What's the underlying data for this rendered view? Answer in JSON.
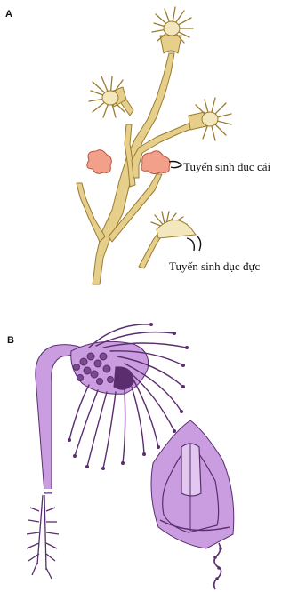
{
  "panel_a": {
    "letter": "A",
    "label_female_gonad": "Tuyến sinh dục cái",
    "label_male_gonad": "Tuyến sinh dục đực"
  },
  "panel_b": {
    "letter": "B"
  },
  "colors": {
    "stalk": "#e6cf8a",
    "stalk_outline": "#9a7c30",
    "female_gonad": "#f2a08a",
    "hydroid_b": "#c99de0",
    "hydroid_b_dark": "#5a2d6e"
  }
}
